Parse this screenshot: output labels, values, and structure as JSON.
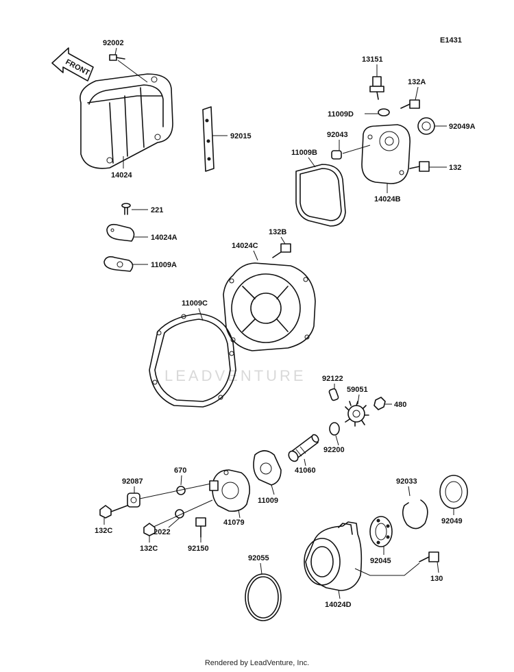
{
  "diagram_code": "E1431",
  "front_label": "FRONT",
  "watermark": "LEADVENTURE",
  "footer": "Rendered by LeadVenture, Inc.",
  "parts": {
    "p92002": "92002",
    "p92015": "92015",
    "p14024": "14024",
    "p221": "221",
    "p14024A": "14024A",
    "p11009A": "11009A",
    "p13151": "13151",
    "p132A": "132A",
    "p11009D": "11009D",
    "p92049A": "92049A",
    "p92043": "92043",
    "p11009B": "11009B",
    "p132": "132",
    "p14024B": "14024B",
    "p132B": "132B",
    "p14024C": "14024C",
    "p11009C": "11009C",
    "p92122": "92122",
    "p59051": "59051",
    "p480": "480",
    "p92200": "92200",
    "p41060": "41060",
    "p670": "670",
    "p92087": "92087",
    "p11009": "11009",
    "p41079": "41079",
    "p132C_a": "132C",
    "p92022": "92022",
    "p132C_b": "132C",
    "p92150": "92150",
    "p92033": "92033",
    "p92049": "92049",
    "p92045": "92045",
    "p92055": "92055",
    "p130": "130",
    "p14024D": "14024D"
  }
}
